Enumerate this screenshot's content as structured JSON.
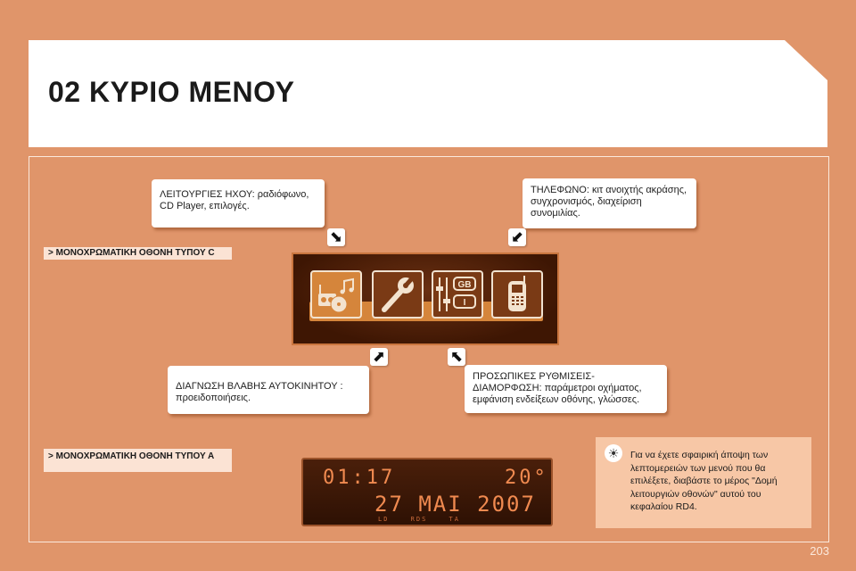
{
  "header": {
    "title": "02 ΚΥΡΙΟ ΜΕΝΟΥ"
  },
  "notes": {
    "audio": "ΛΕΙΤΟΥΡΓΙΕΣ ΗΧΟΥ: ραδιόφωνο, CD Player, επιλογές.",
    "phone": "ΤΗΛΕΦΩΝΟ: κιτ ανοιχτής ακράσης, συγχρονισμός, διαχείριση συνομιλίας.",
    "diagnosis": "ΔΙΑΓΝΩΣΗ ΒΛΑΒΗΣ ΑΥΤΟΚΙΝΗΤΟΥ : προειδοποιήσεις.",
    "personal": "ΠΡΟΣΩΠΙΚΕΣ ΡΥΘΜΙΣΕΙΣ-ΔΙΑΜΟΡΦΩΣΗ: παράμετροι οχήματος, εμφάνιση ενδείξεων οθόνης, γλώσσες."
  },
  "sections": {
    "screen_c": "> ΜΟΝΟΧΡΩΜΑΤΙΚΗ ΟΘΟΝΗ ΤΥΠΟΥ C",
    "screen_a": "> ΜΟΝΟΧΡΩΜΑΤΙΚΗ ΟΘΟΝΗ ΤΥΠΟΥ Α"
  },
  "icons": {
    "audio": "audio-icon",
    "tools": "wrench-icon",
    "settings": "settings-sliders-icon",
    "phone": "phone-icon",
    "language_tags": [
      "GB",
      "I"
    ]
  },
  "lcd": {
    "time": "01:17",
    "temp": "20°",
    "date": "27 MAI 2007",
    "flags": "LD RDS TA"
  },
  "tip": {
    "text": "Για να έχετε σφαιρική άποψη των λεπτομερειών των μενού που θα επιλέξετε, διαβάστε το μέρος \"Δομή λειτουργιών οθονών\" αυτού του κεφαλαίου RD4."
  },
  "page": {
    "number": "203"
  },
  "colors": {
    "background": "#e0956a",
    "panel": "#ffffff",
    "lcd_text": "#f08a50",
    "lcd_bg": "#3a1707",
    "icon_highlight": "#d5853b"
  }
}
